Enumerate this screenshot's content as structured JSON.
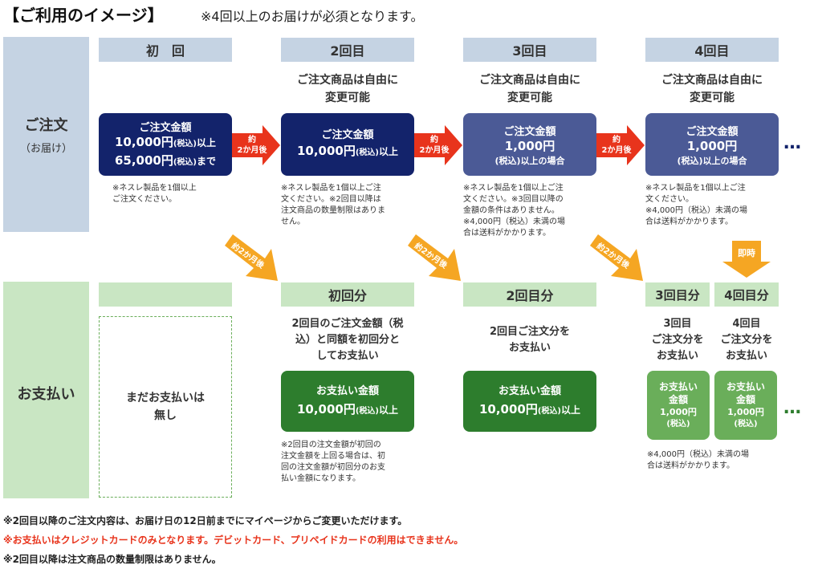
{
  "header": {
    "title": "【ご利用のイメージ】",
    "subtitle": "※4回以上のお届けが必須となります。"
  },
  "rows": {
    "order": {
      "label": "ご注文",
      "sub": "（お届け）"
    },
    "payment": {
      "label": "お支払い"
    }
  },
  "columns": [
    {
      "header": "初　回"
    },
    {
      "header": "2回目",
      "changeable": "ご注文商品は自由に\n変更可能"
    },
    {
      "header": "3回目",
      "changeable": "ご注文商品は自由に\n変更可能"
    },
    {
      "header": "4回目",
      "changeable": "ご注文商品は自由に\n変更可能"
    }
  ],
  "order_boxes": [
    {
      "title": "ご注文金額",
      "line1_a": "10,000円",
      "line1_b": "(税込)",
      "line1_c": "以上",
      "line2_a": "65,000円",
      "line2_b": "(税込)",
      "line2_c": "まで"
    },
    {
      "title": "ご注文金額",
      "line1_a": "10,000円",
      "line1_b": "(税込)",
      "line1_c": "以上"
    },
    {
      "title": "ご注文金額",
      "amount": "1,000円",
      "cond": "(税込)以上の場合"
    },
    {
      "title": "ご注文金額",
      "amount": "1,000円",
      "cond": "(税込)以上の場合"
    }
  ],
  "order_notes": [
    "※ネスレ製品を1個以上\nご注文ください。",
    "※ネスレ製品を1個以上ご注\n文ください。※2回目以降は\n注文商品の数量制限はありま\nせん。",
    "※ネスレ製品を1個以上ご注\n文ください。※3回目以降の\n金額の条件はありません。\n※4,000円（税込）未満の場\n合は送料がかかります。",
    "※ネスレ製品を1個以上ご注\n文ください。\n※4,000円（税込）未満の場\n合は送料がかかります。"
  ],
  "red_arrows": [
    {
      "top": "約",
      "bottom": "2か月後"
    },
    {
      "top": "約",
      "bottom": "2か月後"
    },
    {
      "top": "約",
      "bottom": "2か月後"
    }
  ],
  "orange_arrows": [
    "約2か月後",
    "約2か月後",
    "約2か月後"
  ],
  "immediate": "即時",
  "payment_headers": [
    "初回分",
    "2回目分",
    "3回目分",
    "4回目分"
  ],
  "payment_desc": [
    "2回目のご注文金額（税\n込）と同額を初回分と\nしてお支払い",
    "2回目ご注文分を\nお支払い",
    "3回目\nご注文分を\nお支払い",
    "4回目\nご注文分を\nお支払い"
  ],
  "no_payment": "まだお支払いは\n無し",
  "payment_boxes": [
    {
      "title": "お支払い金額",
      "amount": "10,000円",
      "tax": "(税込)",
      "suffix": "以上"
    },
    {
      "title": "お支払い金額",
      "amount": "10,000円",
      "tax": "(税込)",
      "suffix": "以上"
    },
    {
      "title": "お支払い\n金額",
      "amount": "1,000円",
      "tax": "(税込)"
    },
    {
      "title": "お支払い\n金額",
      "amount": "1,000円",
      "tax": "(税込)"
    }
  ],
  "payment_notes": [
    "※2回目の注文金額が初回の\n注文金額を上回る場合は、初\n回の注文金額が初回分のお支\n払い金額になります。",
    "※4,000円（税込）未満の場\n合は送料がかかります。"
  ],
  "dots": "…",
  "footer": [
    "※2回目以降のご注文内容は、お届け日の12日前までにマイページからご変更いただけます。",
    "※お支払いはクレジットカードのみとなります。デビットカード、プリペイドカードの利用はできません。",
    "※2回目以降は注文商品の数量制限はありません。"
  ],
  "colors": {
    "navy": "#13236b",
    "slate": "#4b5a96",
    "dark_green": "#2d7d2d",
    "light_green": "#6aae5a",
    "red": "#e8341c",
    "orange": "#f5a623"
  }
}
